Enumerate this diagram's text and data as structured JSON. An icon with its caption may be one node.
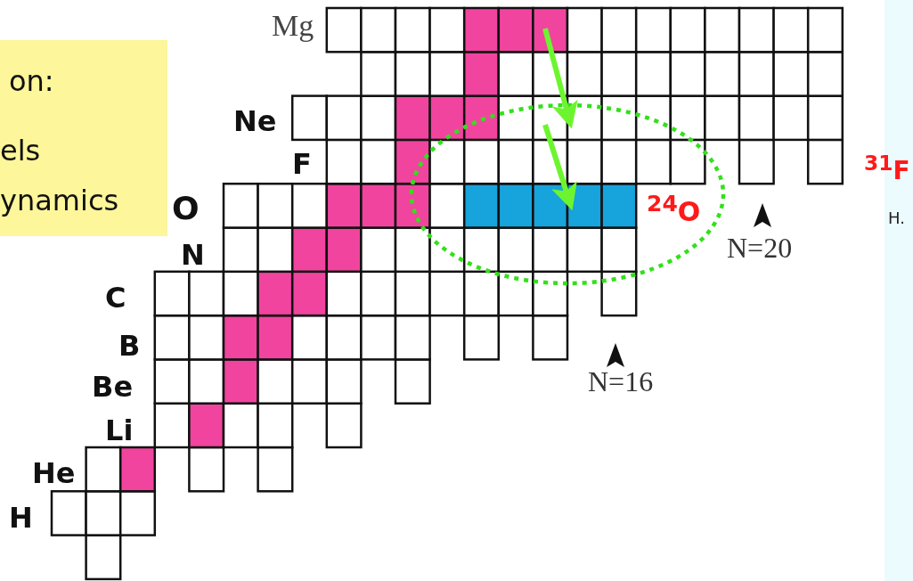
{
  "diagram": {
    "nodes": [
      {
        "text": [
          "on:",
          "els",
          "ynamics"
        ]
      }
    ],
    "labels": [
      "Mg",
      "Ne",
      "F",
      "$^{31}$F",
      "O",
      "$^{24}$O",
      "H.",
      "N=20",
      "N",
      "C",
      "B",
      "N=16",
      "Be",
      "Li",
      "He",
      "H"
    ]
  }
}
